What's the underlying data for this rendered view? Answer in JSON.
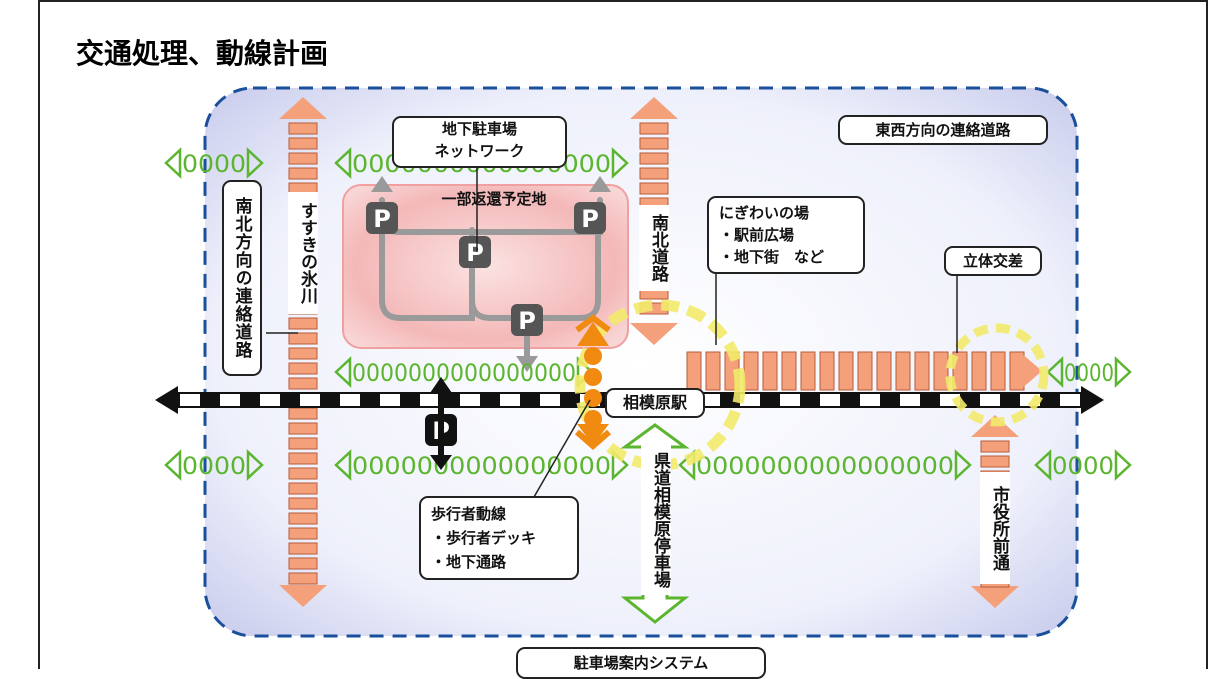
{
  "title": "交通処理、動線計画",
  "labels": {
    "underground_parking": [
      "地下駐車場",
      "ネットワーク"
    ],
    "partial_return": "一部返還予定地",
    "ew_road": "東西方向の連絡道路",
    "nigiwai": [
      "にぎわいの場",
      "・駅前広場",
      "・地下街　など"
    ],
    "grade_separation": "立体交差",
    "station": "相模原駅",
    "pedestrian": [
      "歩行者動線",
      "・歩行者デッキ",
      "・地下通路"
    ],
    "parking_guidance": "駐車場案内システム",
    "ns_road_link": "南北方向の連絡道路",
    "susukino": "すすきの氷川",
    "nanboku": "南北道路",
    "prefectural_road": "県道相模原停車場",
    "city_hall": "市役所前通"
  },
  "pedestrian_rows": {
    "top_left": "0000",
    "top_mid": "0000000000000000",
    "mid_mid": "0000000000000000",
    "mid_right": "0000",
    "bottom_left": "0000",
    "bottom_mid": "0000000000000000",
    "bottom_right": "0000000000000000",
    "bottom_far_right": "0000"
  },
  "icons": {
    "parking": "P"
  },
  "colors": {
    "road_fill": "#f4a07a",
    "road_stroke": "#b85a3a",
    "pedestrian_green": "#5bb52f",
    "dashed_boundary": "#1a4f9c",
    "rail": "#111111",
    "highlight_yellow": "#f2ea6a",
    "deck_orange": "#f08a10",
    "pink_zone": "#f4b2b2",
    "parking_badge": "#555555"
  }
}
